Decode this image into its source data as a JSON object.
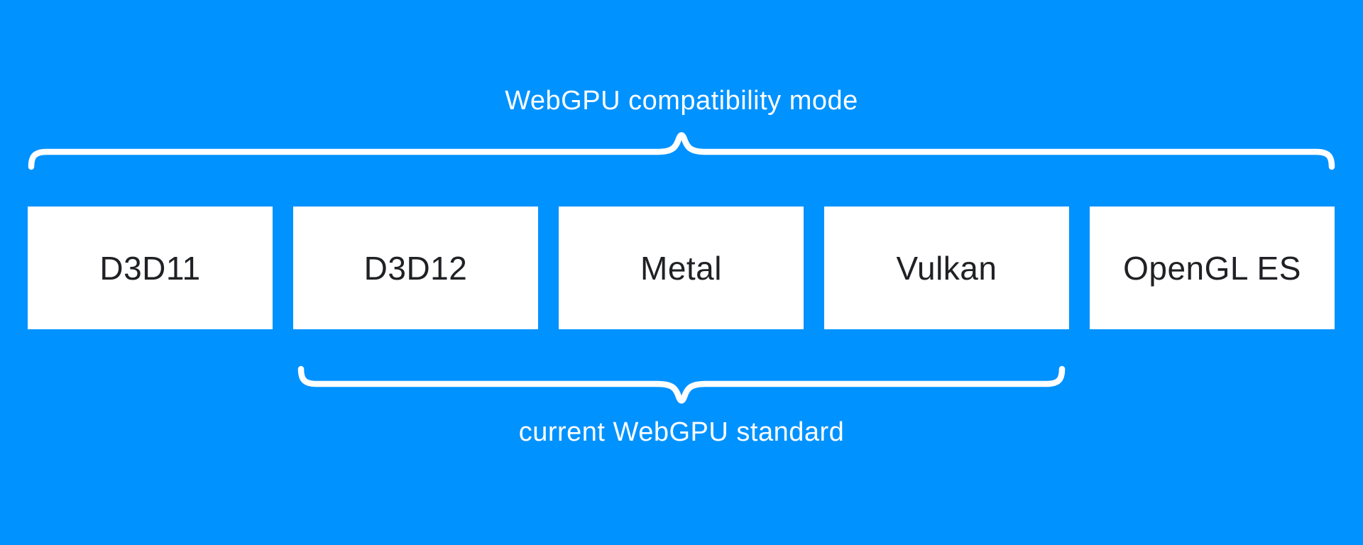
{
  "diagram": {
    "top_bracket_label": "WebGPU compatibility mode",
    "bottom_bracket_label": "current WebGPU standard",
    "api_boxes": [
      {
        "label": "D3D11"
      },
      {
        "label": "D3D12"
      },
      {
        "label": "Metal"
      },
      {
        "label": "Vulkan"
      },
      {
        "label": "OpenGL ES"
      }
    ],
    "colors": {
      "background": "#0092ff",
      "box_fill": "#ffffff",
      "box_text": "#202124",
      "bracket": "#ffffff",
      "label_text": "#ffffff"
    }
  }
}
